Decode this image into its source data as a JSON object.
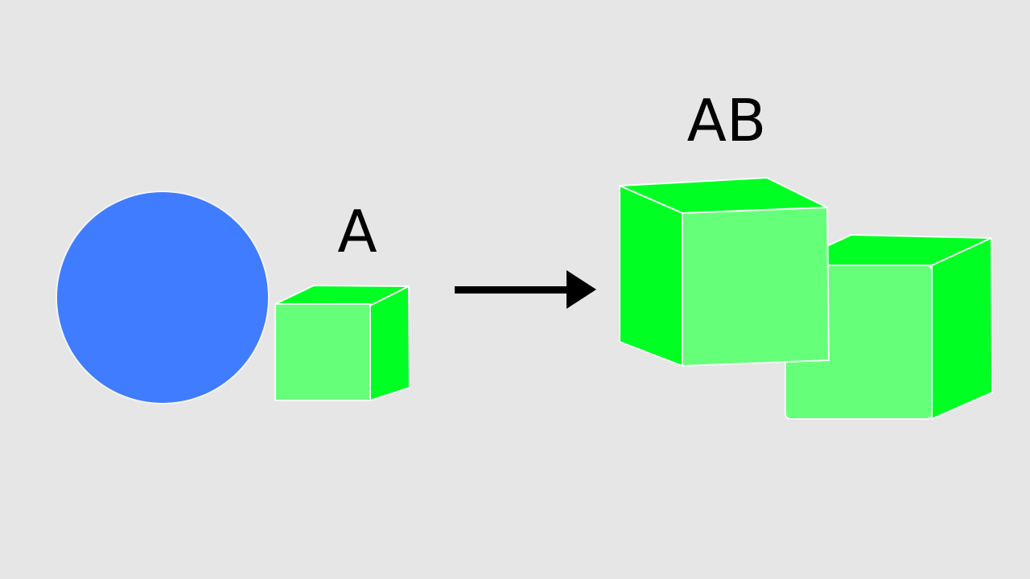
{
  "labels": {
    "single": "A",
    "combined": "AB"
  },
  "colors": {
    "background": "#e6e6e6",
    "circle": "#3f7cff",
    "cube_front": "#66ff7a",
    "cube_side": "#00ff22",
    "cube_edge": "#f4fff6",
    "arrow": "#000000"
  },
  "shapes": {
    "circle": "blue-circle",
    "single_cube": "green-cube",
    "arrow": "right-arrow-icon",
    "combined_cubes": [
      "green-cube",
      "green-cube"
    ]
  }
}
